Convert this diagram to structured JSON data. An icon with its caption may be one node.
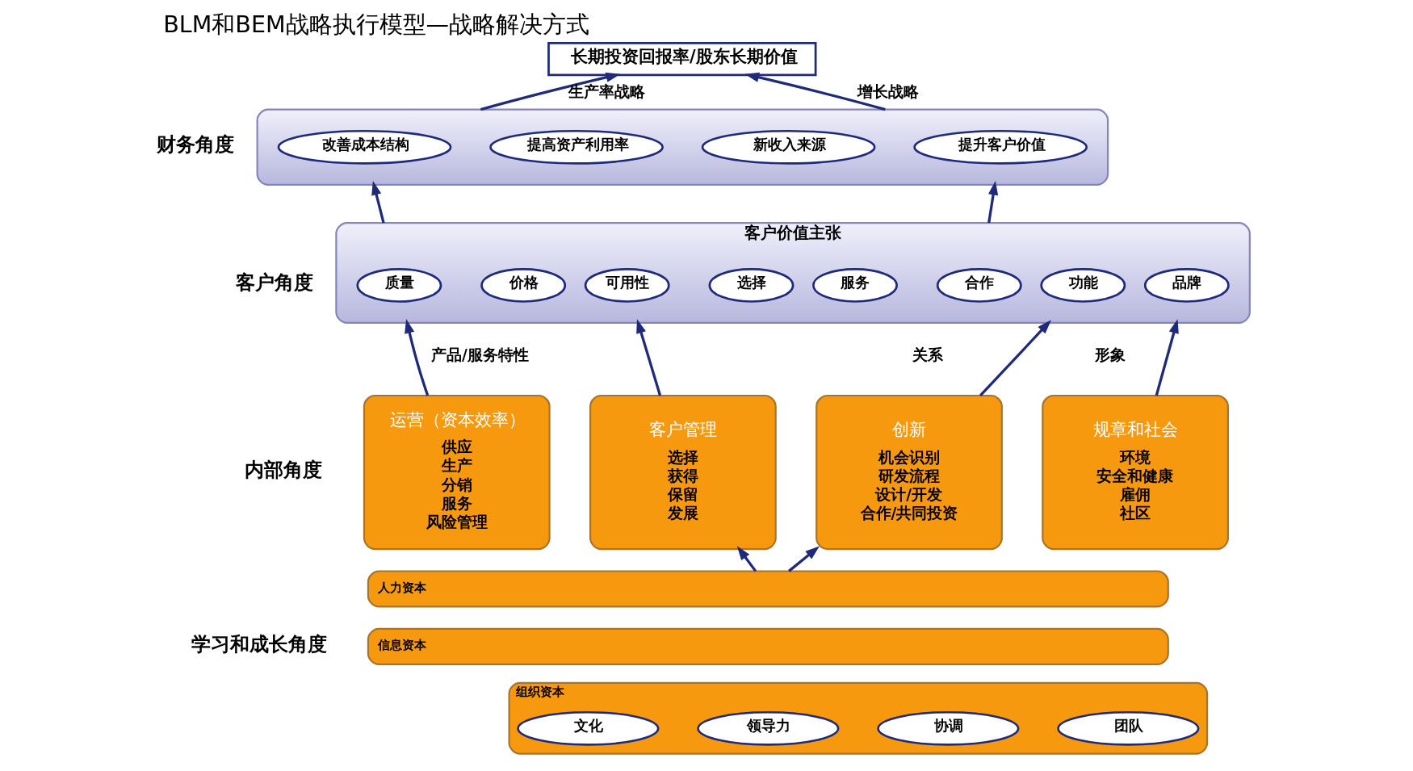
{
  "diagram": {
    "title": "BLM和BEM战略执行模型—战略解决方式",
    "nodes": [
      {
        "text": [
          "长期投资回报率/股东长期价值"
        ]
      },
      {
        "text": [],
        "shape": "box"
      },
      {
        "text": [
          "改善成本结构"
        ],
        "in": 1
      },
      {
        "text": [
          "提高资产利用率"
        ],
        "in": 1
      },
      {
        "text": [
          "新收入来源"
        ],
        "in": 1
      },
      {
        "text": [
          "提升客户价值"
        ],
        "in": 1
      },
      {
        "text": [
          "客户价值主张"
        ]
      },
      {
        "text": [
          "价格"
        ],
        "in": 6
      },
      {
        "text": [
          "质量"
        ],
        "in": 6
      },
      {
        "text": [
          "可用性"
        ],
        "in": 6
      },
      {
        "text": [
          "选择"
        ],
        "in": 6
      },
      {
        "text": [
          "功能"
        ],
        "in": 6
      },
      {
        "text": [
          "服务"
        ],
        "in": 6
      },
      {
        "text": [
          "合作"
        ],
        "in": 6
      },
      {
        "text": [
          "品牌"
        ],
        "in": 6
      },
      {
        "text": [
          "运营（资本效率）",
          "供应",
          "生产",
          "分销",
          "服务",
          "风险管理"
        ]
      },
      {
        "text": [
          "客户管理",
          "选择",
          "获得",
          "保留",
          "发展"
        ]
      },
      {
        "text": [
          "创新",
          "机会识别",
          "研发流程",
          "设计/开发",
          "合作/共同投资"
        ]
      },
      {
        "text": [
          "规章和社会",
          "环境",
          "安全和健康",
          "雇佣",
          "社区"
        ]
      },
      {
        "text": [
          "人力资本"
        ]
      },
      {
        "text": [
          "信息资本"
        ]
      },
      {
        "text": [
          "组织资本"
        ]
      },
      {
        "text": [
          "文化"
        ],
        "in": 21
      },
      {
        "text": [
          "领导力"
        ],
        "in": 21
      },
      {
        "text": [
          "协调"
        ],
        "in": 21
      },
      {
        "text": [
          "团队"
        ],
        "in": 21
      }
    ],
    "edges": [
      {
        "from": 1,
        "to": 0,
        "arrow": "to",
        "label": "生产率战略"
      },
      {
        "from": 1,
        "to": 0,
        "arrow": "to",
        "label": "增长战略"
      },
      {
        "from": 6,
        "to": 1,
        "arrow": "to"
      },
      {
        "from": 6,
        "to": 1,
        "arrow": "to"
      },
      {
        "from": 15,
        "to": 6,
        "arrow": "to"
      },
      {
        "from": 16,
        "to": 6,
        "arrow": "to"
      },
      {
        "from": 17,
        "to": 6,
        "arrow": "to"
      },
      {
        "from": 18,
        "to": 6,
        "arrow": "to"
      },
      {
        "from": 19,
        "to": 16,
        "arrow": "to"
      },
      {
        "from": 19,
        "to": 17,
        "arrow": "to"
      }
    ],
    "labels": [
      "财务角度",
      "客户角度",
      "产品/服务特性",
      "关系",
      "形象",
      "内部角度",
      "学习和成长角度"
    ]
  }
}
